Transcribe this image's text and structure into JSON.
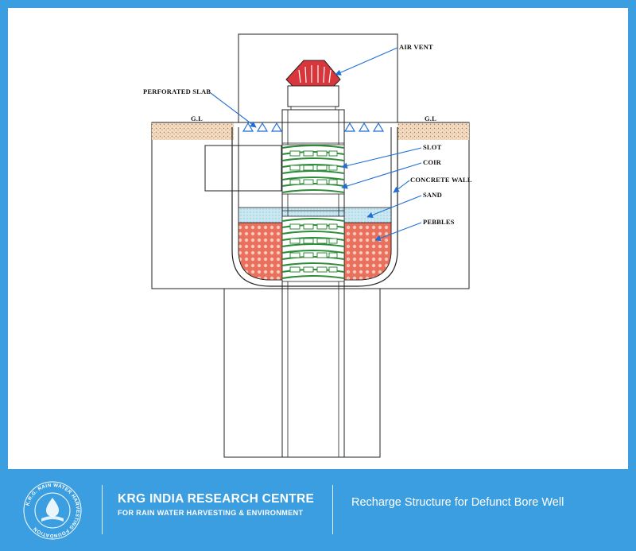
{
  "diagram": {
    "labels": {
      "air_vent": "AIR VENT",
      "perforated_slab": "PERFORATED SLAB",
      "gl_left": "G.L",
      "gl_right": "G.L",
      "slot": "SLOT",
      "coir": "COIR",
      "concrete_wall": "CONCRETE WALL",
      "sand": "SAND",
      "pebbles": "PEBBLES"
    },
    "colors": {
      "arrow": "#1f6fd6",
      "pebbles": "#e0614f",
      "sand": "#bfe4ef",
      "coir": "#2e8b3a",
      "soil": "#b8743a",
      "vent": "#d9363b"
    }
  },
  "footer": {
    "logo_text": "K.R.G. RAIN WATER HARVESTING FOUNDATION",
    "org_name": "KRG INDIA RESEARCH CENTRE",
    "org_subtitle": "FOR RAIN WATER HARVESTING & ENVIRONMENT",
    "caption": "Recharge Structure for Defunct Bore Well"
  }
}
